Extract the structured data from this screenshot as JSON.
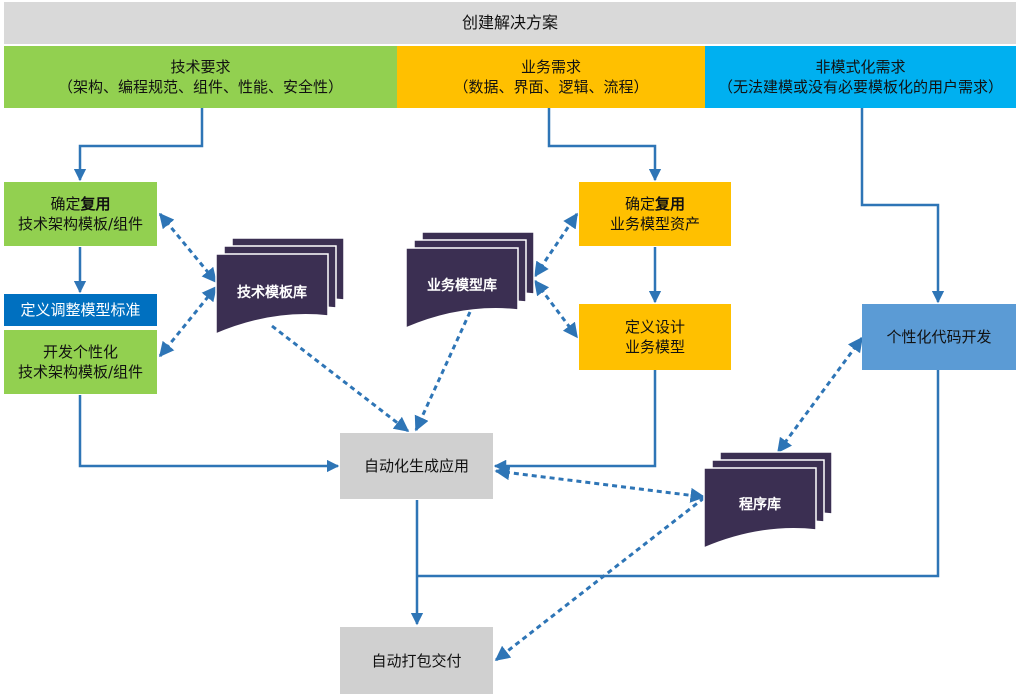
{
  "title": "创建解决方案",
  "columns": {
    "tech": {
      "title": "技术要求",
      "subtitle": "（架构、编程规范、组件、性能、安全性）",
      "color": "#92d050"
    },
    "business": {
      "title": "业务需求",
      "subtitle": "（数据、界面、逻辑、流程）",
      "color": "#ffc000"
    },
    "custom": {
      "title": "非模式化需求",
      "subtitle": "（无法建模或没有必要模板化的用户需求）",
      "color": "#00b0f0"
    }
  },
  "nodes": {
    "confirm_tech": {
      "prefix": "确定",
      "bold": "复用",
      "line2": "技术架构模板/组件"
    },
    "define_standard": {
      "label": "定义调整模型标准"
    },
    "develop_tech": {
      "line1": "开发个性化",
      "line2": "技术架构模板/组件"
    },
    "tech_lib": {
      "label": "技术模板库"
    },
    "biz_lib": {
      "label": "业务模型库"
    },
    "confirm_biz": {
      "prefix": "确定",
      "bold": "复用",
      "line2": "业务模型资产"
    },
    "define_biz": {
      "line1": "定义设计",
      "line2": "业务模型"
    },
    "custom_dev": {
      "label": "个性化代码开发"
    },
    "auto_gen": {
      "label": "自动化生成应用"
    },
    "program_lib": {
      "label": "程序库"
    },
    "auto_pack": {
      "label": "自动打包交付"
    }
  },
  "colors": {
    "header_bar": "#d9d9d9",
    "green_box": "#92d050",
    "standard_box": "#0070c0",
    "yellow_box": "#ffc000",
    "custom_box": "#5b9bd5",
    "gray_box": "#d0d0d0",
    "library": "#3b2f52",
    "connector": "#2e75b6"
  }
}
